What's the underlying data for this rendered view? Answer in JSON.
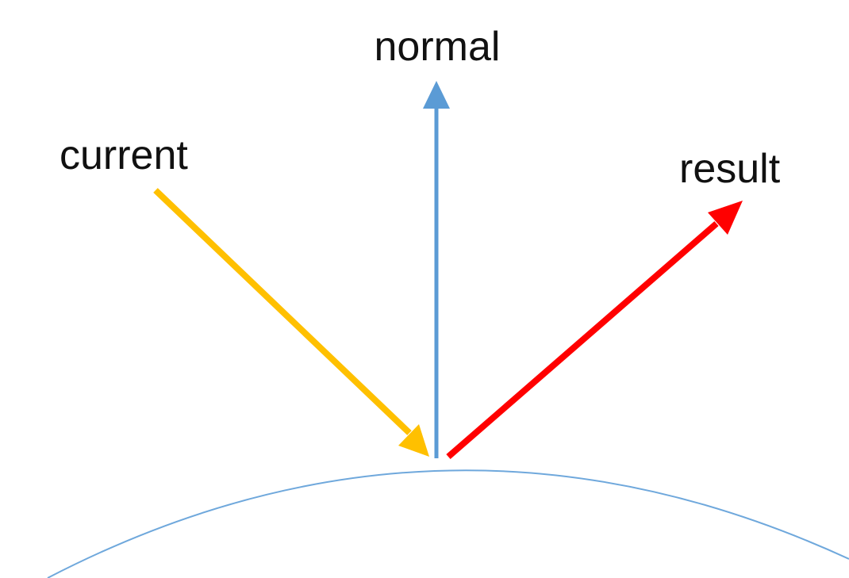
{
  "labels": {
    "normal": "normal",
    "current": "current",
    "result": "result"
  },
  "colors": {
    "normal": "#5b9bd5",
    "current": "#ffc000",
    "result": "#ff0000",
    "surface": "#6fa8dc",
    "text": "#111111"
  },
  "icons": {
    "normal": "arrow-up-icon",
    "current": "arrow-down-right-icon",
    "result": "arrow-up-right-icon"
  }
}
